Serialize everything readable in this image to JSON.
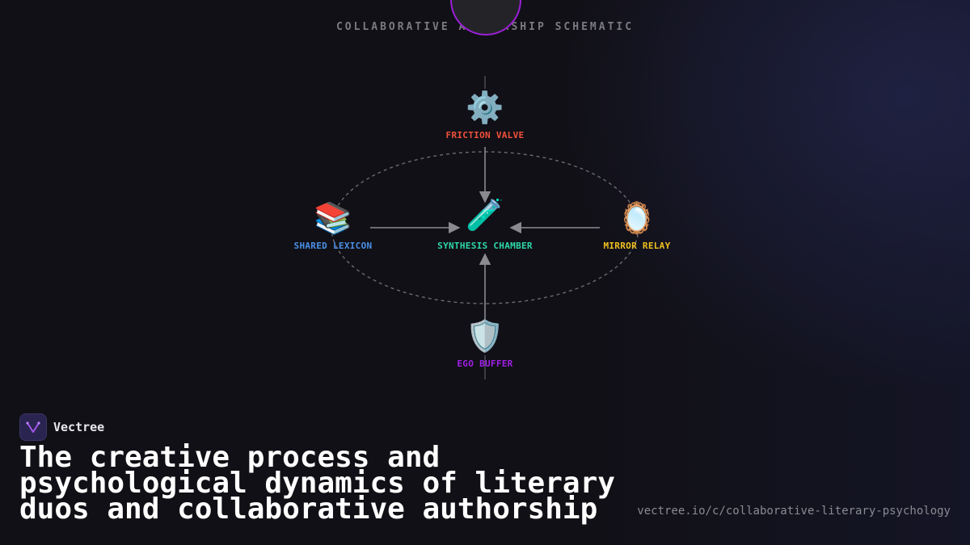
{
  "header": {
    "subtitle": "COLLABORATIVE AUTHORSHIP SCHEMATIC"
  },
  "diagram": {
    "nodes": [
      {
        "id": "friction",
        "icon": "gear-icon",
        "glyph": "⚙️",
        "label": "FRICTION VALVE",
        "color": "#f0503c"
      },
      {
        "id": "lexicon",
        "icon": "books-icon",
        "glyph": "📚",
        "label": "SHARED LEXICON",
        "color": "#4a90e8"
      },
      {
        "id": "synthesis",
        "icon": "test-tube-icon",
        "glyph": "🧪",
        "label": "SYNTHESIS CHAMBER",
        "color": "#2ed8a8"
      },
      {
        "id": "mirror",
        "icon": "mirror-icon",
        "glyph": "🪞",
        "label": "MIRROR RELAY",
        "color": "#f0c020"
      },
      {
        "id": "ego",
        "icon": "shield-icon",
        "glyph": "🛡️",
        "label": "EGO BUFFER",
        "color": "#a020e8"
      }
    ],
    "edges": [
      {
        "from": "friction",
        "to": "synthesis"
      },
      {
        "from": "lexicon",
        "to": "synthesis"
      },
      {
        "from": "mirror",
        "to": "synthesis"
      },
      {
        "from": "ego",
        "to": "synthesis"
      }
    ]
  },
  "brand": {
    "name": "Vectree",
    "logo_icon": "vectree-logo-icon"
  },
  "headline": "The creative process and psychological dynamics of literary duos and collaborative authorship",
  "url": "vectree.io/c/collaborative-literary-psychology",
  "colors": {
    "background": "#111016",
    "accent": "#9a1fd6"
  }
}
